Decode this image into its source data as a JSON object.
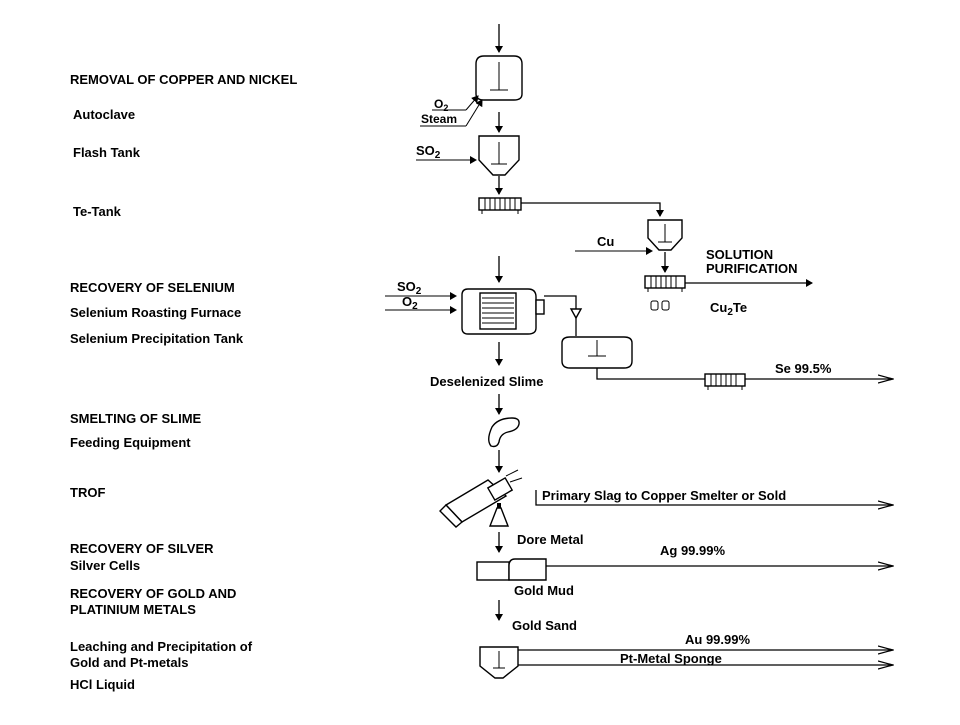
{
  "steps": {
    "removal_cu_ni": "REMOVAL OF COPPER AND NICKEL",
    "autoclave": "Autoclave",
    "flash_tank": "Flash Tank",
    "te_tank": "Te-Tank",
    "recovery_se": "RECOVERY OF SELENIUM",
    "se_roasting": "Selenium Roasting Furnace",
    "se_precip": "Selenium Precipitation Tank",
    "smelting": "SMELTING OF SLIME",
    "feeding": "Feeding Equipment",
    "trof": "TROF",
    "recovery_ag": "RECOVERY OF SILVER",
    "silver_cells": "Silver Cells",
    "recovery_au_1": "RECOVERY OF GOLD AND",
    "recovery_au_2": "PLATINIUM METALS",
    "leaching_1": "Leaching and Precipitation of",
    "leaching_2": "Gold and Pt-metals",
    "hcl": "HCl Liquid"
  },
  "streams": {
    "o2": "O",
    "o2_sub": "2",
    "steam": "Steam",
    "so2": "SO",
    "so2_sub": "2",
    "cu": "Cu",
    "solution_1": "SOLUTION",
    "solution_2": "PURIFICATION",
    "cu2te_a": "Cu",
    "cu2te_sub": "2",
    "cu2te_b": "Te",
    "deselenized": "Deselenized Slime",
    "se_product": "Se 99.5%",
    "primary_slag": "Primary Slag to Copper Smelter or Sold",
    "dore": "Dore Metal",
    "ag_product": "Ag 99.99%",
    "gold_mud": "Gold Mud",
    "gold_sand": "Gold Sand",
    "au_product": "Au 99.99%",
    "pt_sponge": "Pt-Metal Sponge"
  }
}
